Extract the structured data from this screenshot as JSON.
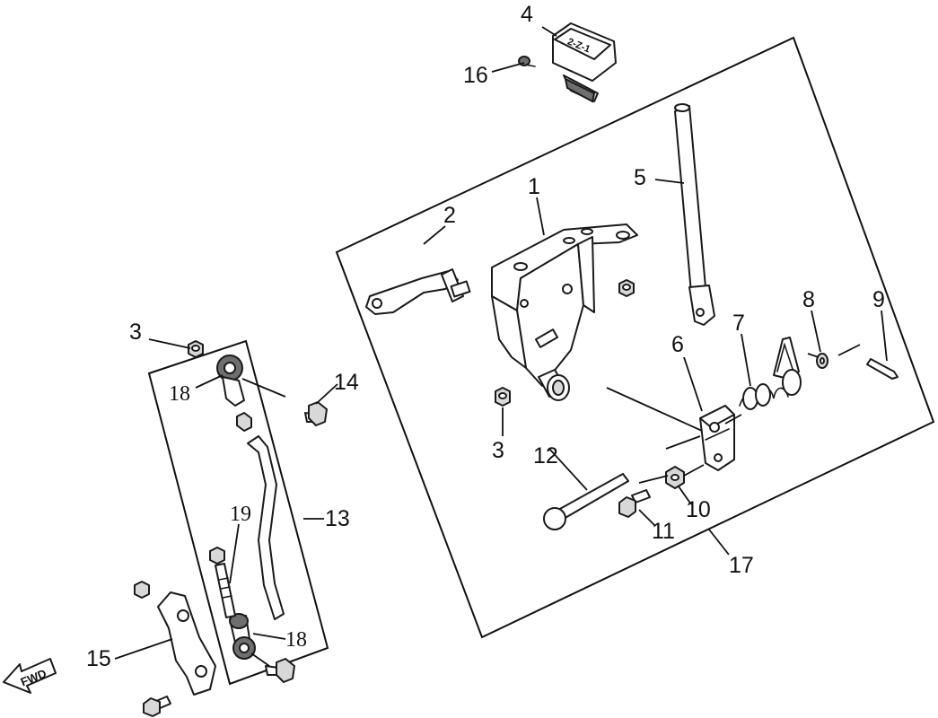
{
  "callouts": {
    "c1": "1",
    "c2": "2",
    "c3a": "3",
    "c3b": "3",
    "c4": "4",
    "c5": "5",
    "c6": "6",
    "c7": "7",
    "c8": "8",
    "c9": "9",
    "c10": "10",
    "c11": "11",
    "c12": "12",
    "c13": "13",
    "c14": "14",
    "c15": "15",
    "c16": "16",
    "c17": "17",
    "c18a": "18",
    "c18b": "18",
    "c19": "19"
  },
  "direction_label": "FWD",
  "knob_marking": "2-Z-1"
}
